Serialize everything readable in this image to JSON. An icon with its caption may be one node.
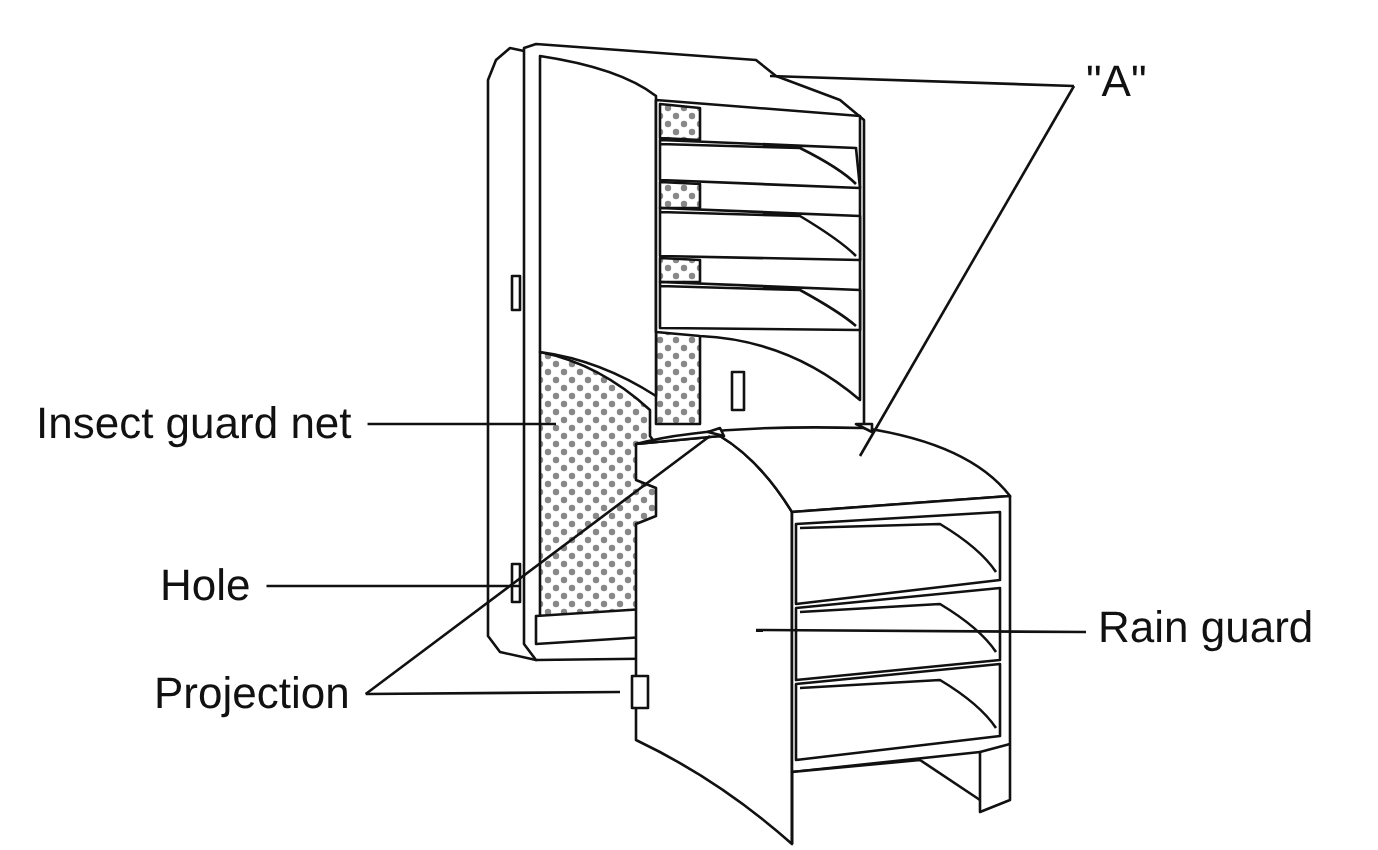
{
  "diagram": {
    "nodes": [
      {
        "text": [
          "\"A\""
        ]
      },
      {
        "text": [
          "Insect guard net"
        ]
      },
      {
        "text": [
          "Hole"
        ]
      },
      {
        "text": [
          "Projection"
        ]
      },
      {
        "text": [
          "Rain guard"
        ]
      }
    ],
    "edges": [
      {
        "from": 0,
        "to": null,
        "arrow": "none"
      },
      {
        "from": 0,
        "to": null,
        "arrow": "none"
      },
      {
        "from": 1,
        "to": null,
        "arrow": "none"
      },
      {
        "from": 2,
        "to": null,
        "arrow": "none"
      },
      {
        "from": 3,
        "to": null,
        "arrow": "none"
      },
      {
        "from": 3,
        "to": null,
        "arrow": "none"
      },
      {
        "from": 4,
        "to": null,
        "arrow": "none"
      }
    ]
  }
}
